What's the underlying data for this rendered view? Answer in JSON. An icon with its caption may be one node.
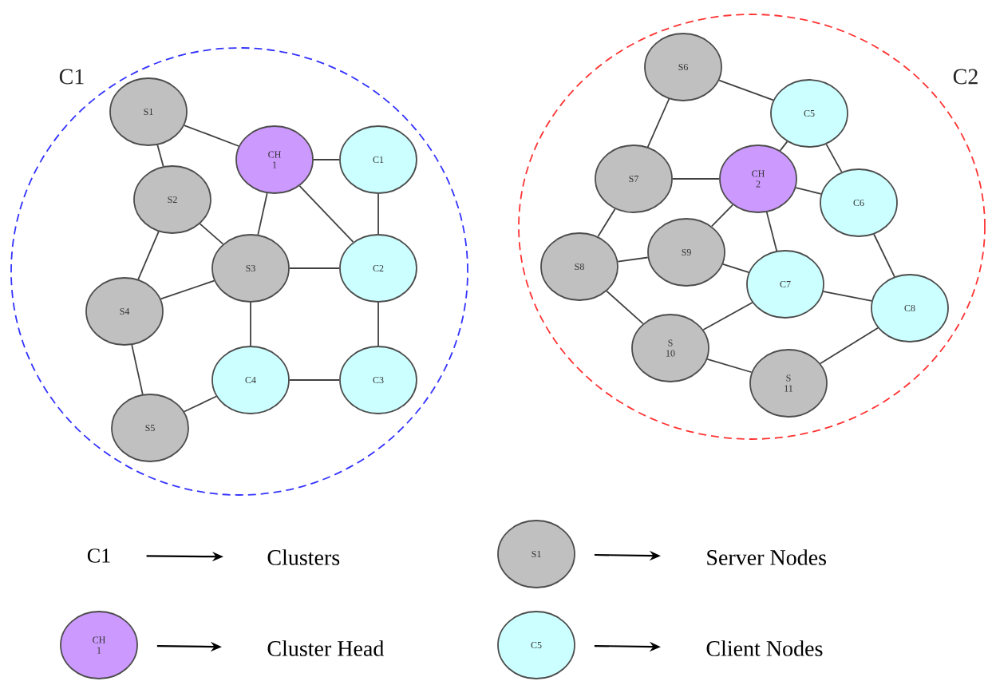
{
  "diagram": {
    "nodes": [
      {
        "text": [
          "C1"
        ]
      },
      {
        "text": [
          "S1"
        ],
        "in": 0
      },
      {
        "text": [
          "CH 1"
        ],
        "in": 0
      },
      {
        "text": [
          "C1"
        ],
        "in": 0
      },
      {
        "text": [
          "S2"
        ],
        "in": 0
      },
      {
        "text": [
          "S3"
        ],
        "in": 0
      },
      {
        "text": [
          "C2"
        ],
        "in": 0
      },
      {
        "text": [
          "S4"
        ],
        "in": 0
      },
      {
        "text": [
          "C4"
        ],
        "in": 0
      },
      {
        "text": [
          "C3"
        ],
        "in": 0
      },
      {
        "text": [
          "S5"
        ],
        "in": 0
      },
      {
        "text": [
          "C2"
        ]
      },
      {
        "text": [
          "S6"
        ],
        "in": 11
      },
      {
        "text": [
          "C5"
        ],
        "in": 11
      },
      {
        "text": [
          "S7"
        ],
        "in": 11
      },
      {
        "text": [
          "CH 2"
        ],
        "in": 11
      },
      {
        "text": [
          "C6"
        ],
        "in": 11
      },
      {
        "text": [
          "S8"
        ],
        "in": 11
      },
      {
        "text": [
          "S9"
        ],
        "in": 11
      },
      {
        "text": [
          "C7"
        ],
        "in": 11
      },
      {
        "text": [
          "C8"
        ],
        "in": 11
      },
      {
        "text": [
          "S 10"
        ],
        "in": 11
      },
      {
        "text": [
          "S 11"
        ],
        "in": 11
      },
      {
        "text": [
          "C1"
        ]
      },
      {
        "text": [
          "Clusters"
        ]
      },
      {
        "text": [
          "S1"
        ]
      },
      {
        "text": [
          "Server Nodes"
        ]
      },
      {
        "text": [
          "CH 1"
        ]
      },
      {
        "text": [
          "Cluster Head"
        ]
      },
      {
        "text": [
          "C5"
        ]
      },
      {
        "text": [
          "Client Nodes"
        ]
      }
    ],
    "edges": [
      {
        "from": 1,
        "to": 2,
        "arrow": "none"
      },
      {
        "from": 1,
        "to": 4,
        "arrow": "none"
      },
      {
        "from": 2,
        "to": 3,
        "arrow": "none"
      },
      {
        "from": 2,
        "to": 5,
        "arrow": "none"
      },
      {
        "from": 2,
        "to": 6,
        "arrow": "none"
      },
      {
        "from": 3,
        "to": 6,
        "arrow": "none"
      },
      {
        "from": 4,
        "to": 5,
        "arrow": "none"
      },
      {
        "from": 4,
        "to": 7,
        "arrow": "none"
      },
      {
        "from": 5,
        "to": 7,
        "arrow": "none"
      },
      {
        "from": 5,
        "to": 6,
        "arrow": "none"
      },
      {
        "from": 5,
        "to": 8,
        "arrow": "none"
      },
      {
        "from": 6,
        "to": 9,
        "arrow": "none"
      },
      {
        "from": 8,
        "to": 9,
        "arrow": "none"
      },
      {
        "from": 7,
        "to": 10,
        "arrow": "none"
      },
      {
        "from": 10,
        "to": 8,
        "arrow": "none"
      },
      {
        "from": 12,
        "to": 13,
        "arrow": "none"
      },
      {
        "from": 12,
        "to": 14,
        "arrow": "none"
      },
      {
        "from": 14,
        "to": 15,
        "arrow": "none"
      },
      {
        "from": 15,
        "to": 13,
        "arrow": "none"
      },
      {
        "from": 13,
        "to": 16,
        "arrow": "none"
      },
      {
        "from": 15,
        "to": 16,
        "arrow": "none"
      },
      {
        "from": 15,
        "to": 18,
        "arrow": "none"
      },
      {
        "from": 15,
        "to": 19,
        "arrow": "none"
      },
      {
        "from": 14,
        "to": 17,
        "arrow": "none"
      },
      {
        "from": 17,
        "to": 18,
        "arrow": "none"
      },
      {
        "from": 18,
        "to": 19,
        "arrow": "none"
      },
      {
        "from": 17,
        "to": 21,
        "arrow": "none"
      },
      {
        "from": 19,
        "to": 21,
        "arrow": "none"
      },
      {
        "from": 19,
        "to": 20,
        "arrow": "none"
      },
      {
        "from": 16,
        "to": 20,
        "arrow": "none"
      },
      {
        "from": 21,
        "to": 22,
        "arrow": "none"
      },
      {
        "from": 22,
        "to": 20,
        "arrow": "none"
      },
      {
        "from": 23,
        "to": 24,
        "arrow": "to"
      },
      {
        "from": 25,
        "to": 26,
        "arrow": "to"
      },
      {
        "from": 27,
        "to": 28,
        "arrow": "to"
      },
      {
        "from": 29,
        "to": 30,
        "arrow": "to"
      }
    ]
  }
}
